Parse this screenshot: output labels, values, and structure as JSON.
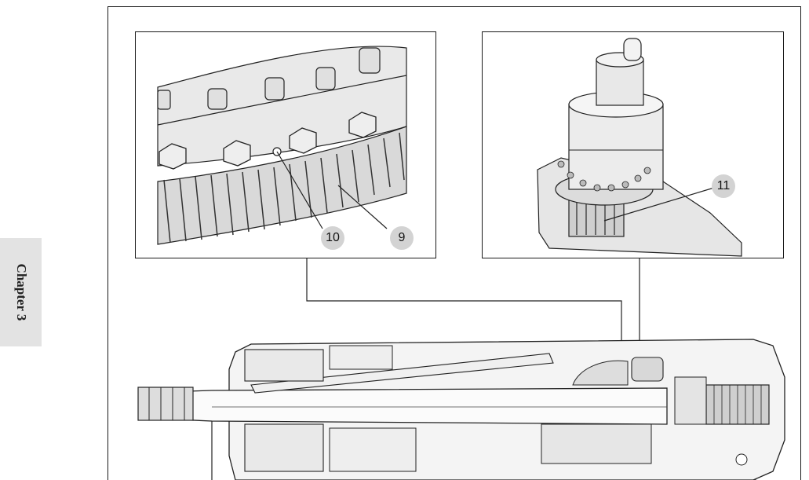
{
  "side_tab": {
    "label": "Chapter 3"
  },
  "callouts": {
    "ten": "10",
    "nine": "9",
    "eleven": "11"
  }
}
